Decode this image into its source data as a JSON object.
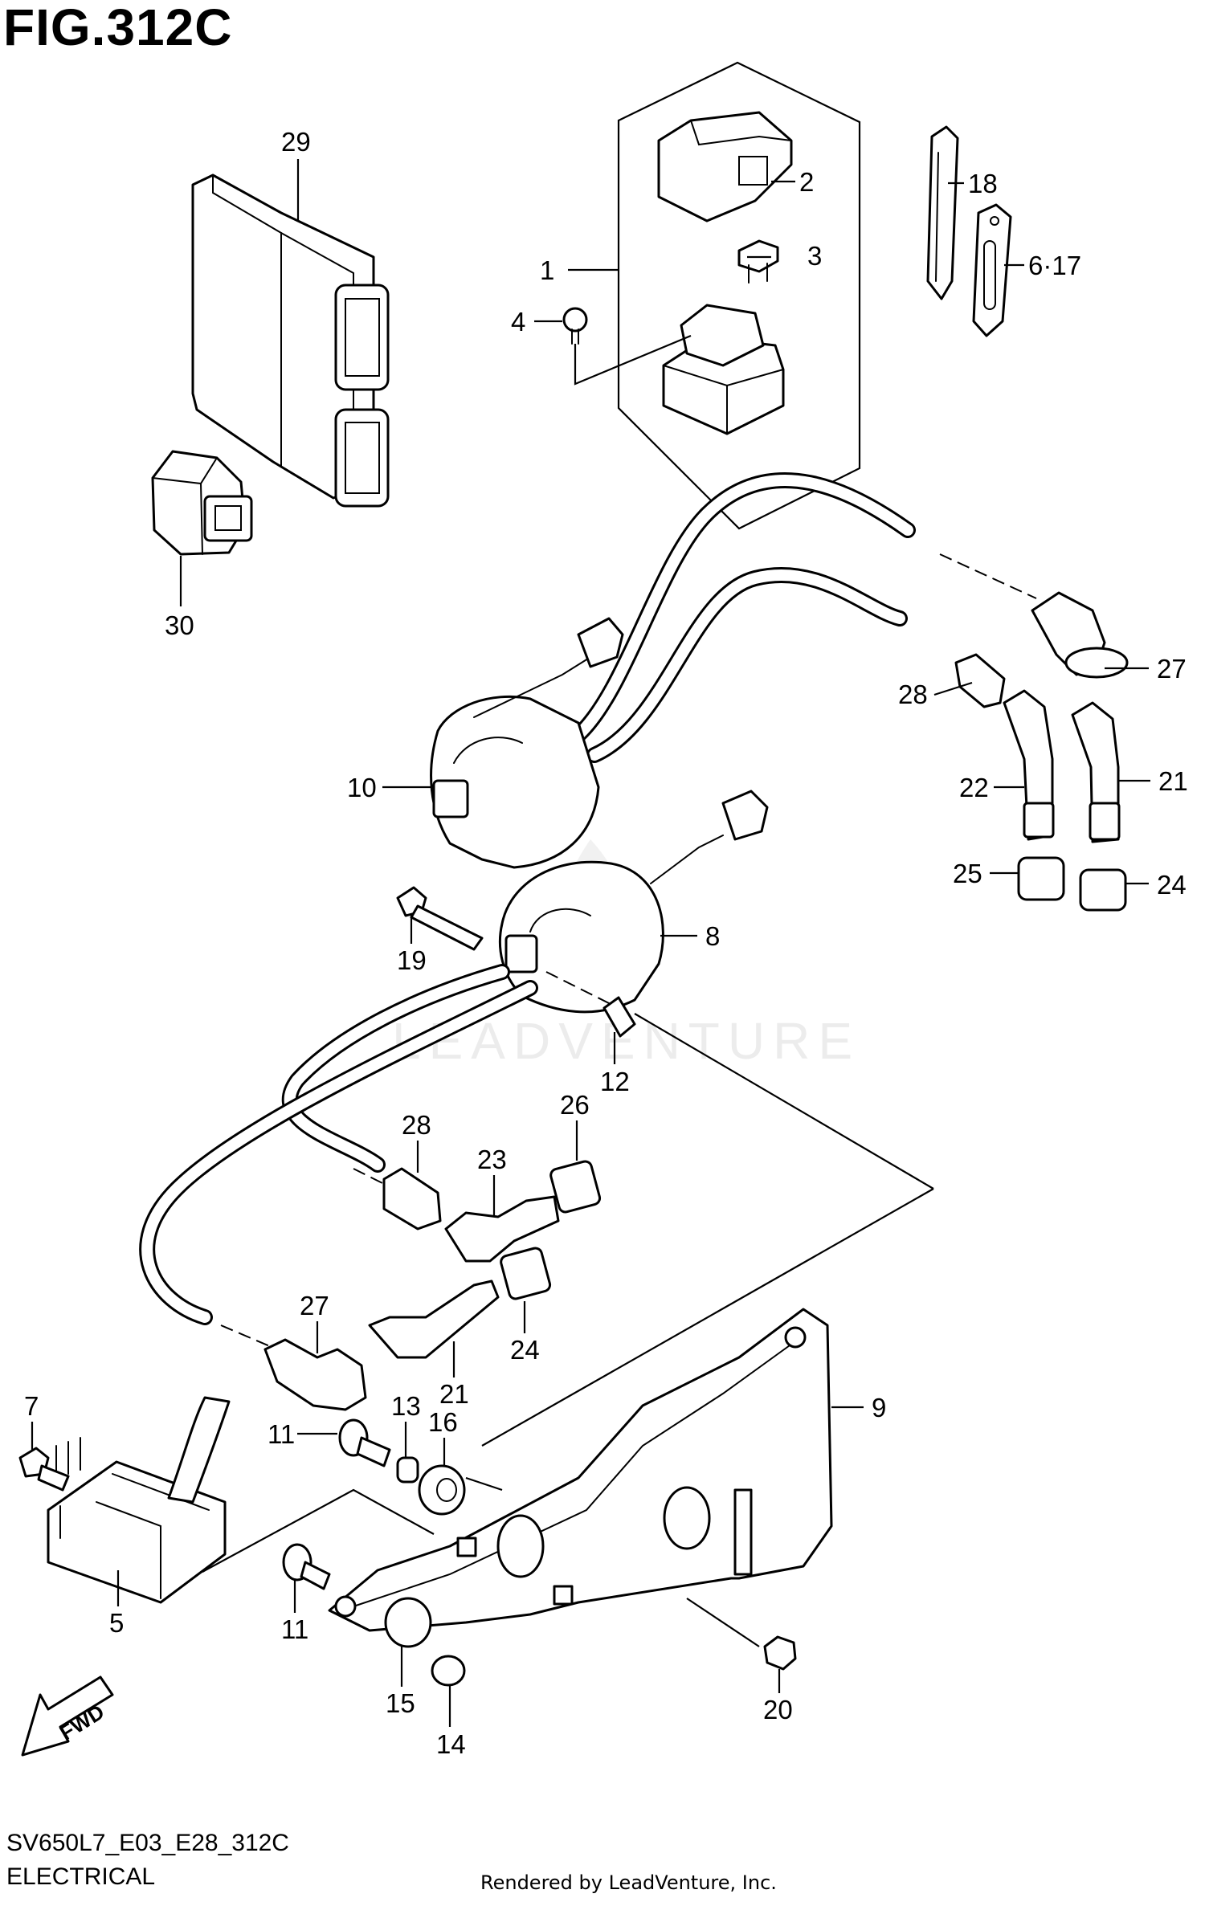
{
  "header": {
    "figure": "FIG.312C"
  },
  "footer": {
    "code": "SV650L7_E03_E28_312C",
    "section": "ELECTRICAL",
    "credit": "Rendered by LeadVenture, Inc."
  },
  "watermark": "LEADVENTURE",
  "fwd_label": "FWD",
  "callouts": [
    {
      "id": "c29",
      "text": "29"
    },
    {
      "id": "c2",
      "text": "2"
    },
    {
      "id": "c1",
      "text": "1"
    },
    {
      "id": "c3",
      "text": "3"
    },
    {
      "id": "c4",
      "text": "4"
    },
    {
      "id": "c18",
      "text": "18"
    },
    {
      "id": "c617",
      "text": "6·17"
    },
    {
      "id": "c30",
      "text": "30"
    },
    {
      "id": "c27a",
      "text": "27"
    },
    {
      "id": "c28a",
      "text": "28"
    },
    {
      "id": "c10",
      "text": "10"
    },
    {
      "id": "c22",
      "text": "22"
    },
    {
      "id": "c21a",
      "text": "21"
    },
    {
      "id": "c25",
      "text": "25"
    },
    {
      "id": "c24a",
      "text": "24"
    },
    {
      "id": "c19",
      "text": "19"
    },
    {
      "id": "c8",
      "text": "8"
    },
    {
      "id": "c12",
      "text": "12"
    },
    {
      "id": "c28b",
      "text": "28"
    },
    {
      "id": "c26",
      "text": "26"
    },
    {
      "id": "c23",
      "text": "23"
    },
    {
      "id": "c27b",
      "text": "27"
    },
    {
      "id": "c24b",
      "text": "24"
    },
    {
      "id": "c21b",
      "text": "21"
    },
    {
      "id": "c13",
      "text": "13"
    },
    {
      "id": "c16",
      "text": "16"
    },
    {
      "id": "c11a",
      "text": "11"
    },
    {
      "id": "c7",
      "text": "7"
    },
    {
      "id": "c9",
      "text": "9"
    },
    {
      "id": "c5",
      "text": "5"
    },
    {
      "id": "c11b",
      "text": "11"
    },
    {
      "id": "c20",
      "text": "20"
    },
    {
      "id": "c15",
      "text": "15"
    },
    {
      "id": "c14",
      "text": "14"
    }
  ]
}
